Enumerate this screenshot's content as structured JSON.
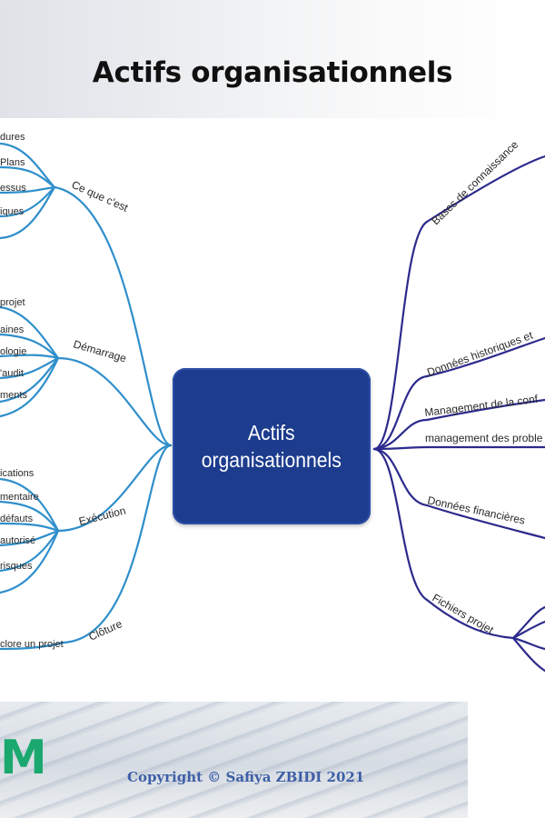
{
  "title": "Actifs organisationnels",
  "center_node": {
    "label": "Actifs\norganisationnels"
  },
  "left_branches": [
    {
      "label": "Ce que c'est",
      "items": [
        "dures",
        "Plans",
        "essus",
        "iques"
      ]
    },
    {
      "label": "Démarrage",
      "items": [
        "projet",
        "aines",
        "ologie",
        "'audit",
        "ments"
      ]
    },
    {
      "label": "Exécution",
      "items": [
        "ications",
        "mentaire",
        "défauts",
        "autorisé",
        "risques"
      ]
    },
    {
      "label": "Clôture",
      "items": [
        "clore un projet"
      ]
    }
  ],
  "right_branches": [
    {
      "label": "Bases de connaissance"
    },
    {
      "label": "Données historiques et"
    },
    {
      "label": "Management de la conf"
    },
    {
      "label": "management des proble"
    },
    {
      "label": "Données financières"
    },
    {
      "label": "Fichiers projet"
    }
  ],
  "footer": {
    "logo_text": "M",
    "copyright": "Copyright © Safiya ZBIDI 2021"
  },
  "colors": {
    "left_branch": "#2f8fcb",
    "right_branch": "#2c2a8c",
    "center_fill": "#1d3c8e",
    "logo": "#1aa86f",
    "copyright": "#3e5fa6"
  }
}
